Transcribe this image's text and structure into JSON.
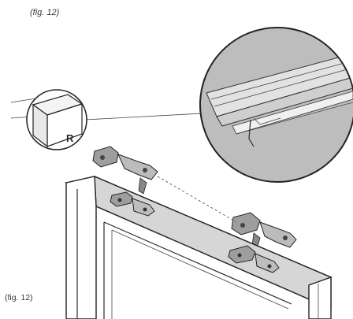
{
  "labels": {
    "figure_top": "(fig. 12)",
    "figure_bottom": "(fig. 12)",
    "end_cap_letter": "R"
  },
  "colors": {
    "line": "#2b2b2b",
    "magnifier_fill": "#bdbdbd",
    "rail_fill": "#d6d6d6",
    "hardware_fill": "#9e9e9e"
  },
  "icons": {
    "magnifier": "magnifier-callout",
    "end_cap": "rail-end-cap",
    "rollers": "roller-carriage"
  }
}
